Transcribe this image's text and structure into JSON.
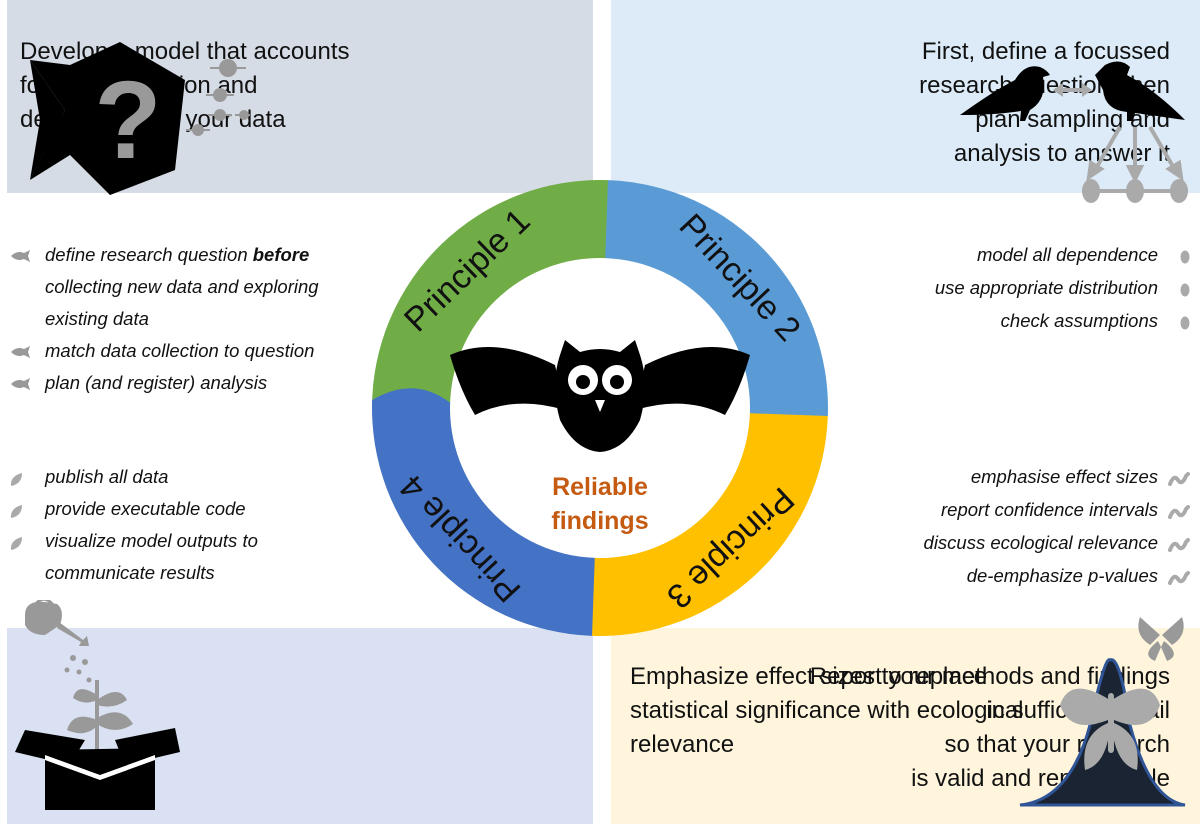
{
  "principle_1": {
    "heading_lines": [
      "First, define a focussed",
      "research question, then",
      "plan sampling and",
      "analysis to answer it"
    ],
    "bullets": [
      {
        "lines": [
          [
            "define research question ",
            "before"
          ],
          [
            "collecting new data and exploring"
          ],
          [
            "existing data"
          ]
        ]
      },
      {
        "lines": [
          [
            "match data collection to question"
          ]
        ]
      },
      {
        "lines": [
          [
            "plan (and register) analysis"
          ]
        ]
      }
    ],
    "bullet_icon": "fish-icon"
  },
  "principle_2": {
    "heading_lines": [
      "Develop a model that accounts",
      "for the distribution and",
      "dependence of your data"
    ],
    "bullets": [
      "model all dependence",
      "use appropriate distribution",
      "check assumptions"
    ],
    "bullet_icon": "egg-icon"
  },
  "principle_3": {
    "heading_lines": [
      "Emphasize effect sizes to replace",
      "statistical significance with ecological",
      "relevance"
    ],
    "bullets": [
      "emphasise effect sizes",
      "report confidence intervals",
      "discuss ecological relevance",
      "de-emphasize p-values"
    ],
    "bullet_icon": "caterpillar-icon"
  },
  "principle_4": {
    "heading_lines": [
      "Report your methods and findings",
      "in sufficient detail",
      "so that your research",
      "is valid and reproducible"
    ],
    "bullets": [
      {
        "lines": [
          "publish all data"
        ]
      },
      {
        "lines": [
          "provide executable code"
        ]
      },
      {
        "lines": [
          "visualize model outputs to",
          "communicate results"
        ]
      }
    ],
    "bullet_icon": "leaf-icon"
  },
  "wheel": {
    "segments": [
      {
        "label": "Principle 1",
        "color": "#70ad47"
      },
      {
        "label": "Principle 2",
        "color": "#5b9bd5"
      },
      {
        "label": "Principle 3",
        "color": "#ffc000"
      },
      {
        "label": "Principle 4",
        "color": "#4472c4"
      }
    ],
    "center_line1": "Reliable",
    "center_line2": "findings",
    "center_color": "#c55a11"
  },
  "icons": {
    "panel1": "fish-question-icon",
    "panel2": "birds-dependence-icon",
    "panel3": "watering-can-plant-icon",
    "panel4": "butterfly-distribution-icon",
    "center": "owl-icon"
  }
}
